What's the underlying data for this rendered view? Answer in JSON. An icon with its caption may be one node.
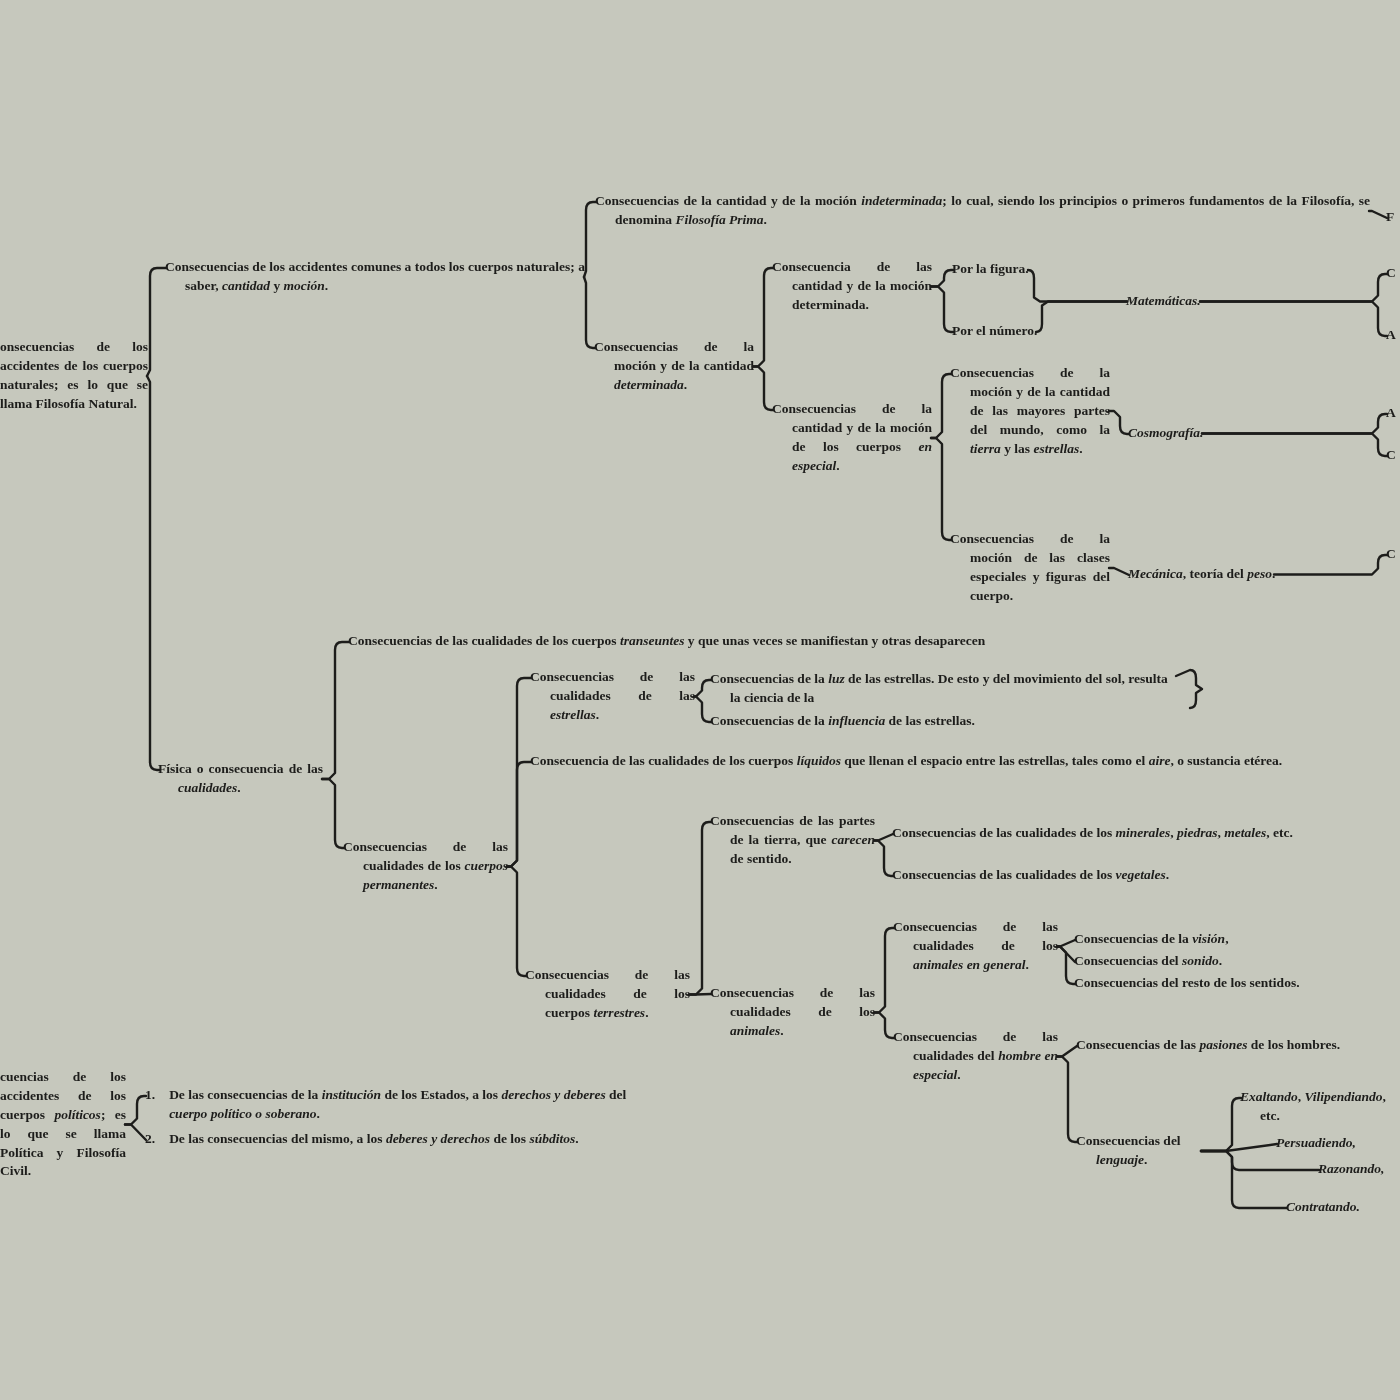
{
  "diagram": {
    "nodes": [
      {
        "text": [
          "onsecuencias de los accidentes de los cuerpos naturales; es lo que se llama Filosofía Natural."
        ]
      },
      {
        "text": [
          "Consecuencias de los accidentes comunes a todos los cuerpos naturales; a saber, *cantidad* y *moción*."
        ]
      },
      {
        "text": [
          "Consecuencias de la cantidad y de la moción *indeterminada*; lo cual, siendo los principios o primeros fundamentos de la Filosofía, se denomina *Filosofía Prima*."
        ]
      },
      {
        "text": [
          "Consecuencias de la moción y de la cantidad *determinada*."
        ]
      },
      {
        "text": [
          "Consecuencia de las cantidad y de la moción determinada."
        ]
      },
      {
        "text": [
          "Por la figura."
        ]
      },
      {
        "text": [
          "Por el número."
        ]
      },
      {
        "text": [
          "Matemáticas."
        ]
      },
      {
        "text": [
          "Consecuencias de la cantidad y de la moción de los cuerpos *en especial*."
        ]
      },
      {
        "text": [
          "Consecuencias de la moción y de la cantidad de las mayores partes del mundo, como la *tierra* y las *estrellas*."
        ]
      },
      {
        "text": [
          "Cosmografía."
        ]
      },
      {
        "text": [
          "Consecuencias de la moción de las clases especiales y figuras del cuerpo."
        ]
      },
      {
        "text": [
          "*Mecánica*, teoría del *peso*."
        ]
      },
      {
        "text": [
          "Física o consecuencia de las *cualidades*."
        ]
      },
      {
        "text": [
          "Consecuencias de las cualidades de los cuerpos *transeuntes* y que unas veces se manifiestan y otras desaparecen"
        ]
      },
      {
        "text": [
          "Consecuencias de las cualidades de los *cuerpos permanentes*."
        ]
      },
      {
        "text": [
          "Consecuencias de las cualidades de las *estrellas*."
        ]
      },
      {
        "text": [
          "Consecuencias de la *luz* de las estrellas. De esto y del movimiento del sol, resulta la ciencia de la"
        ]
      },
      {
        "text": [
          "Consecuencias de la *influencia* de las estrellas."
        ]
      },
      {
        "text": [
          "Consecuencia de las cualidades de los cuerpos *líquidos* que llenan el espacio entre las estrellas, tales como el *aire*, o sustancia etérea."
        ]
      },
      {
        "text": [
          "Consecuencias de las cualidades de los cuerpos *terrestres*."
        ]
      },
      {
        "text": [
          "Consecuencias de las partes de la tierra, que *carecen* de sentido."
        ]
      },
      {
        "text": [
          "Consecuencias de las cualidades de los *minerales*, *piedras*, *metales*, etc."
        ]
      },
      {
        "text": [
          "Consecuencias de las cualidades de los *vegetales*."
        ]
      },
      {
        "text": [
          "Consecuencias de las cualidades de los *animales*."
        ]
      },
      {
        "text": [
          "Consecuencias de las cualidades de los *animales en general*."
        ]
      },
      {
        "text": [
          "Consecuencias de la *visión*,"
        ]
      },
      {
        "text": [
          "Consecuencias del *sonido*."
        ]
      },
      {
        "text": [
          "Consecuencias del resto de los sentidos."
        ]
      },
      {
        "text": [
          "Consecuencias de las cualidades del *hombre en especial*."
        ]
      },
      {
        "text": [
          "Consecuencias de las *pasiones* de los hombres."
        ]
      },
      {
        "text": [
          "Consecuencias del *lenguaje*."
        ]
      },
      {
        "text": [
          "*Exaltando*, *Vilipendiando*, etc."
        ]
      },
      {
        "text": [
          "Persuadiendo,"
        ]
      },
      {
        "text": [
          "Razonando,"
        ]
      },
      {
        "text": [
          "Contratando."
        ]
      },
      {
        "text": [
          "cuencias de los accidentes de los cuerpos *políticos*; es lo que se llama Política y Filosofía Civil."
        ]
      },
      {
        "text": [
          "1.",
          "De las consecuencias de la *institución* de los Estados, a los *derechos y deberes* del *cuerpo político o soberano*."
        ]
      },
      {
        "text": [
          "2.",
          "De las consecuencias del mismo, a los *deberes y derechos* de los *súbditos*."
        ]
      },
      {
        "text": [
          "F"
        ]
      },
      {
        "text": [
          "C"
        ]
      },
      {
        "text": [
          "A"
        ]
      },
      {
        "text": [
          "A"
        ]
      },
      {
        "text": [
          "C"
        ]
      },
      {
        "text": [
          "C"
        ]
      }
    ],
    "edges": [
      {
        "from": 0,
        "to": 1,
        "arrow": "none"
      },
      {
        "from": 0,
        "to": 13,
        "arrow": "none"
      },
      {
        "from": 1,
        "to": 2,
        "arrow": "none"
      },
      {
        "from": 1,
        "to": 3,
        "arrow": "none"
      },
      {
        "from": 3,
        "to": 4,
        "arrow": "none"
      },
      {
        "from": 3,
        "to": 8,
        "arrow": "none"
      },
      {
        "from": 4,
        "to": 5,
        "arrow": "none"
      },
      {
        "from": 4,
        "to": 6,
        "arrow": "none"
      },
      {
        "from": 5,
        "to": 7,
        "arrow": "none"
      },
      {
        "from": 6,
        "to": 7,
        "arrow": "none"
      },
      {
        "from": 8,
        "to": 9,
        "arrow": "none"
      },
      {
        "from": 8,
        "to": 11,
        "arrow": "none"
      },
      {
        "from": 9,
        "to": 10,
        "arrow": "none"
      },
      {
        "from": 11,
        "to": 12,
        "arrow": "none"
      },
      {
        "from": 13,
        "to": 14,
        "arrow": "none"
      },
      {
        "from": 13,
        "to": 15,
        "arrow": "none"
      },
      {
        "from": 15,
        "to": 16,
        "arrow": "none"
      },
      {
        "from": 15,
        "to": 19,
        "arrow": "none"
      },
      {
        "from": 15,
        "to": 20,
        "arrow": "none"
      },
      {
        "from": 16,
        "to": 17,
        "arrow": "none"
      },
      {
        "from": 16,
        "to": 18,
        "arrow": "none"
      },
      {
        "from": 20,
        "to": 21,
        "arrow": "none"
      },
      {
        "from": 20,
        "to": 24,
        "arrow": "none"
      },
      {
        "from": 21,
        "to": 22,
        "arrow": "none"
      },
      {
        "from": 21,
        "to": 23,
        "arrow": "none"
      },
      {
        "from": 24,
        "to": 25,
        "arrow": "none"
      },
      {
        "from": 24,
        "to": 29,
        "arrow": "none"
      },
      {
        "from": 25,
        "to": 26,
        "arrow": "none"
      },
      {
        "from": 25,
        "to": 27,
        "arrow": "none"
      },
      {
        "from": 25,
        "to": 28,
        "arrow": "none"
      },
      {
        "from": 29,
        "to": 30,
        "arrow": "none"
      },
      {
        "from": 29,
        "to": 31,
        "arrow": "none"
      },
      {
        "from": 31,
        "to": 32,
        "arrow": "none"
      },
      {
        "from": 31,
        "to": 33,
        "arrow": "none"
      },
      {
        "from": 31,
        "to": 34,
        "arrow": "none"
      },
      {
        "from": 31,
        "to": 35,
        "arrow": "none"
      },
      {
        "from": 36,
        "to": 37,
        "arrow": "none"
      },
      {
        "from": 36,
        "to": 38,
        "arrow": "none"
      },
      {
        "from": 2,
        "to": 39,
        "arrow": "none"
      },
      {
        "from": 7,
        "to": 40,
        "arrow": "none"
      },
      {
        "from": 7,
        "to": 41,
        "arrow": "none"
      },
      {
        "from": 10,
        "to": 42,
        "arrow": "none"
      },
      {
        "from": 10,
        "to": 43,
        "arrow": "none"
      },
      {
        "from": 12,
        "to": 44,
        "arrow": "none"
      },
      {
        "from": 17,
        "to": null,
        "arrow": "none"
      }
    ]
  }
}
